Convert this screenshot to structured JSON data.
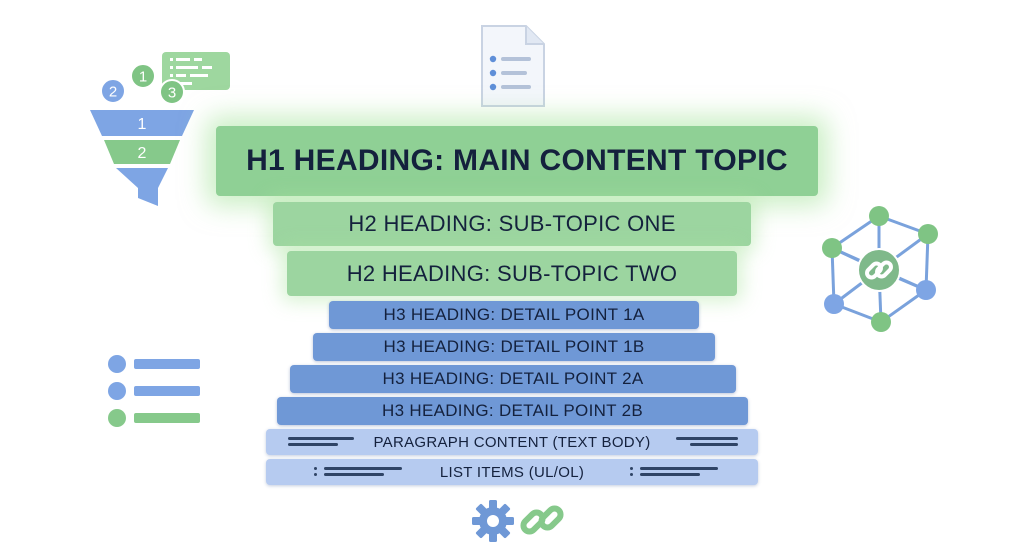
{
  "hierarchy": {
    "h1": "H1 HEADING: MAIN CONTENT TOPIC",
    "h2": [
      "H2 HEADING: SUB-TOPIC ONE",
      "H2 HEADING: SUB-TOPIC TWO"
    ],
    "h3": [
      "H3 HEADING: DETAIL POINT 1A",
      "H3 HEADING: DETAIL POINT 1B",
      "H3 HEADING: DETAIL POINT 2A",
      "H3 HEADING: DETAIL POINT 2B"
    ],
    "paragraph": "PARAGRAPH CONTENT (TEXT BODY)",
    "list": "LIST ITEMS (UL/OL)"
  },
  "funnel": {
    "badges": [
      "2",
      "1",
      "3"
    ],
    "levels": [
      "1",
      "2"
    ]
  },
  "icons": [
    "document-icon",
    "funnel-icon",
    "link-network-icon",
    "bullet-list-icon",
    "gear-icon",
    "link-icon"
  ],
  "colors": {
    "green": "#8fd095",
    "green_light": "#9cd5a0",
    "blue": "#6f98d6",
    "blue_light": "#b6cbf0",
    "text": "#14213d"
  }
}
